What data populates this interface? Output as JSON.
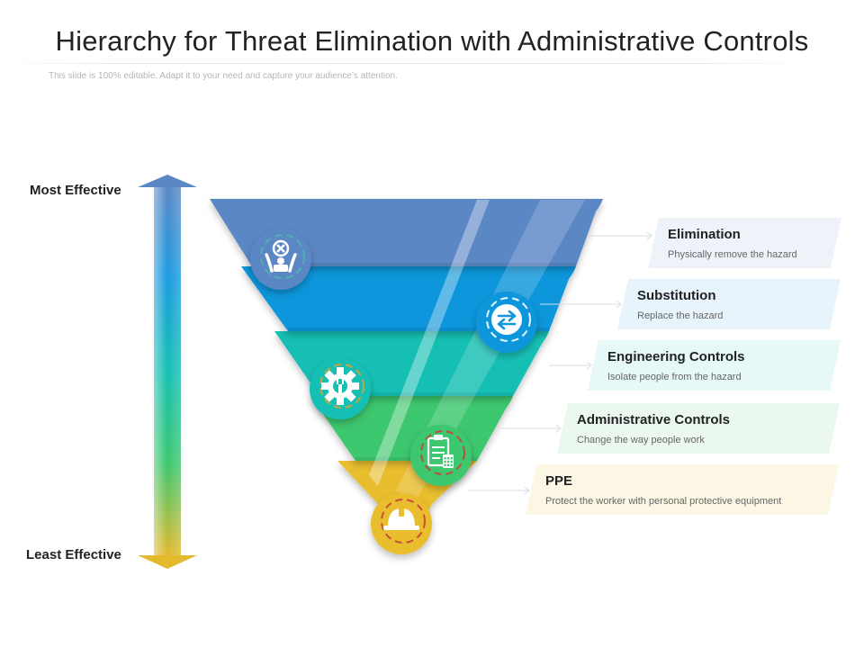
{
  "title": "Hierarchy for Threat Elimination with Administrative Controls",
  "subtitle": "This slide is 100% editable. Adapt it to your need and capture your audience’s attention.",
  "axis": {
    "top_label": "Most Effective",
    "bottom_label": "Least Effective"
  },
  "levels": [
    {
      "title": "Elimination",
      "description": "Physically remove the hazard",
      "icon": "hazard-remove-icon",
      "color": "#5B87C5"
    },
    {
      "title": "Substitution",
      "description": "Replace the hazard",
      "icon": "swap-arrows-icon",
      "color": "#0F96DB"
    },
    {
      "title": "Engineering Controls",
      "description": "Isolate people from the hazard",
      "icon": "gear-wrench-icon",
      "color": "#14BFB4"
    },
    {
      "title": "Administrative Controls",
      "description": "Change the way people work",
      "icon": "clipboard-calculator-icon",
      "color": "#3CC76E"
    },
    {
      "title": "PPE",
      "description": "Protect the worker with personal protective equipment",
      "icon": "hard-hat-icon",
      "color": "#E9BE2E"
    }
  ]
}
